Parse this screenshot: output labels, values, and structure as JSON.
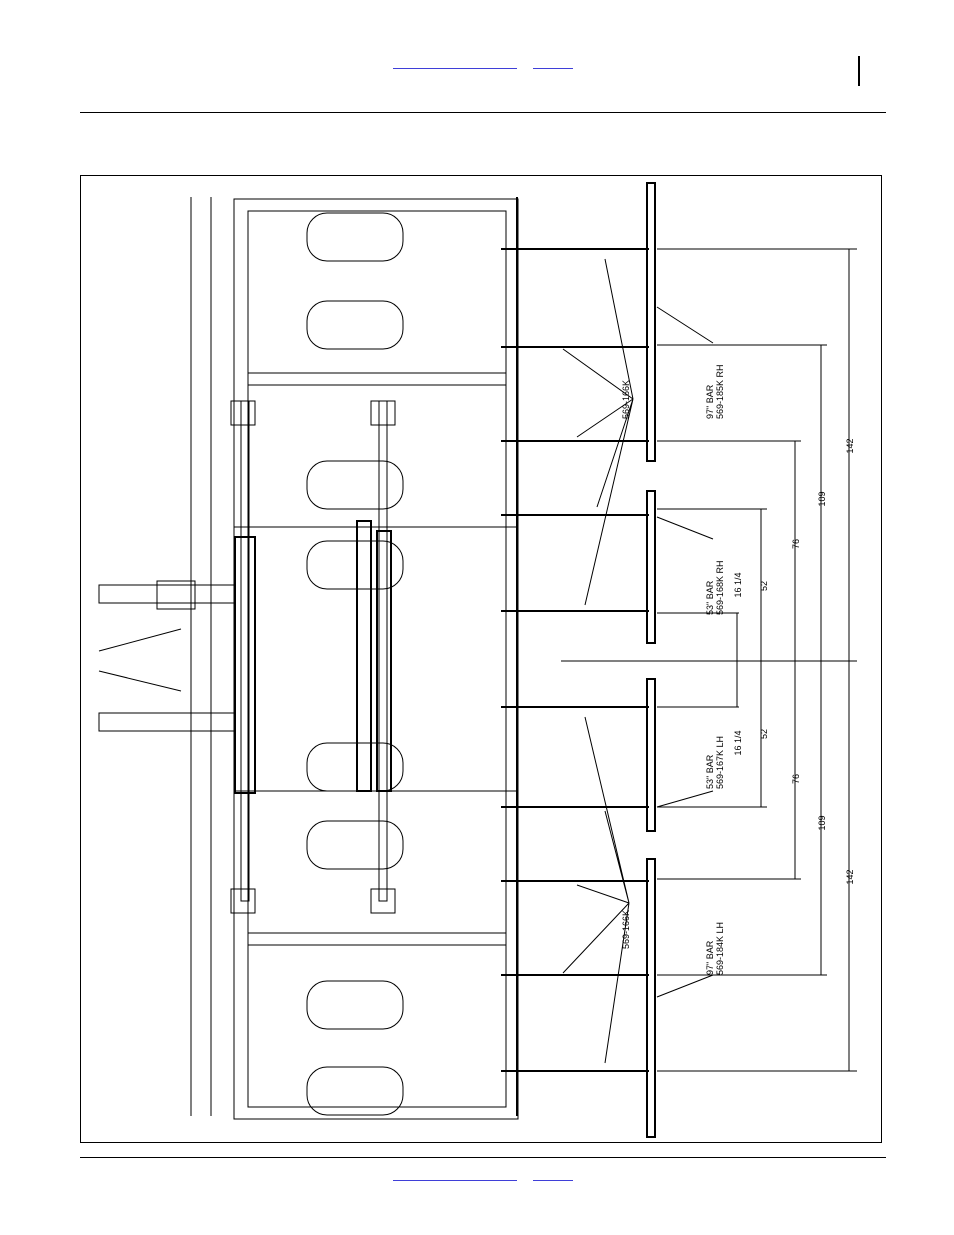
{
  "dimensions": {
    "rh_142": "142",
    "rh_109": "109",
    "rh_76": "76",
    "rh_52": "52",
    "rh_16": "16 1/4",
    "lh_16": "16 1/4",
    "lh_52": "52",
    "lh_76": "76",
    "lh_109": "109",
    "lh_142": "142"
  },
  "labels": {
    "bar_97_rh_1": "97\" BAR",
    "bar_97_rh_2": "569-185K RH",
    "bar_53_rh_1": "53\" BAR",
    "bar_53_rh_2": "569-168K RH",
    "bar_53_lh_1": "53\" BAR",
    "bar_53_lh_2": "569-167K LH",
    "bar_97_lh_1": "97\" BAR",
    "bar_97_lh_2": "569-184K LH",
    "part_rh": "569-166K",
    "part_lh": "569-166K"
  }
}
